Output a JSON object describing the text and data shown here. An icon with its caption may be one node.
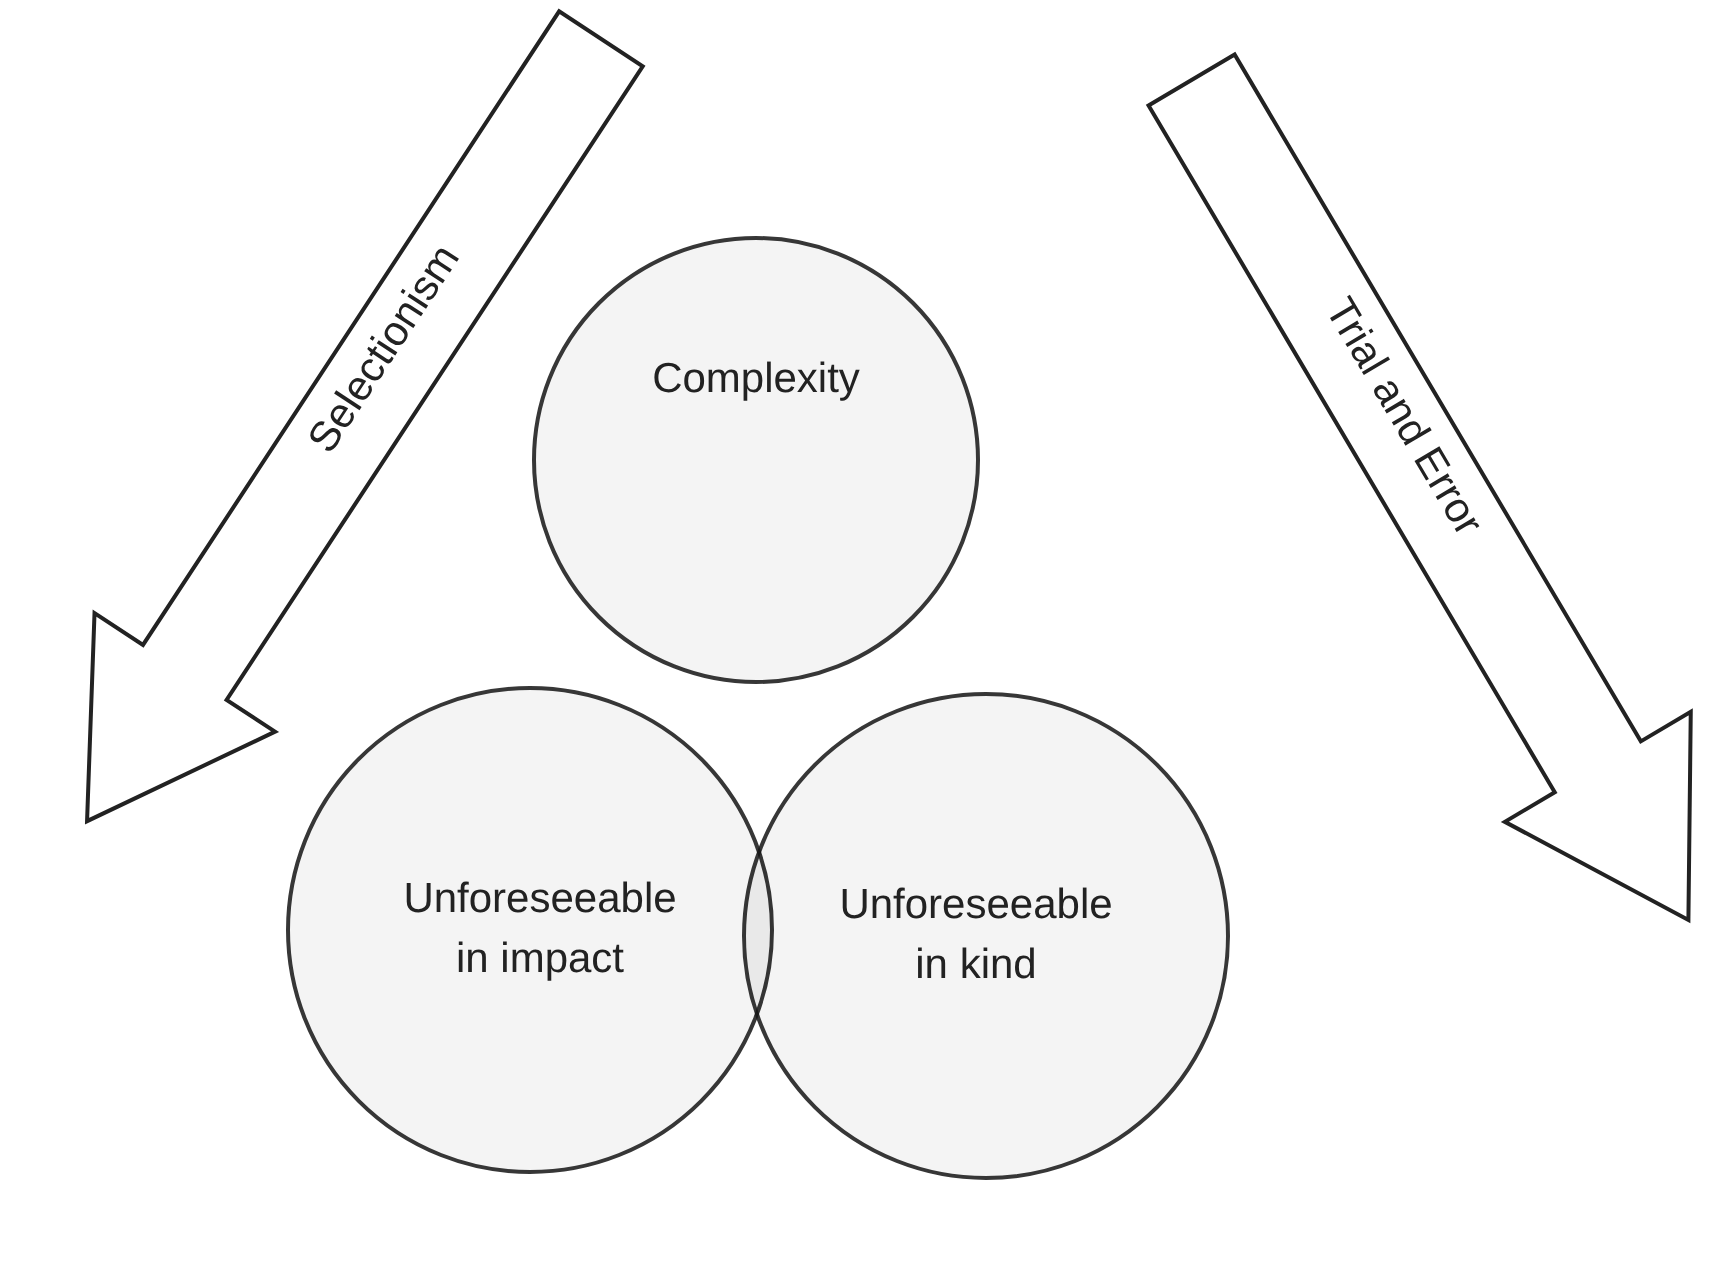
{
  "diagram": {
    "nodes": [
      {
        "text": [
          "Selectionism"
        ]
      },
      {
        "text": [
          "Trial and Error"
        ]
      },
      {
        "text": [
          "Complexity"
        ]
      },
      {
        "text": [
          "Unforeseeable in impact"
        ]
      },
      {
        "text": [
          "Unforeseeable in kind"
        ]
      }
    ]
  }
}
